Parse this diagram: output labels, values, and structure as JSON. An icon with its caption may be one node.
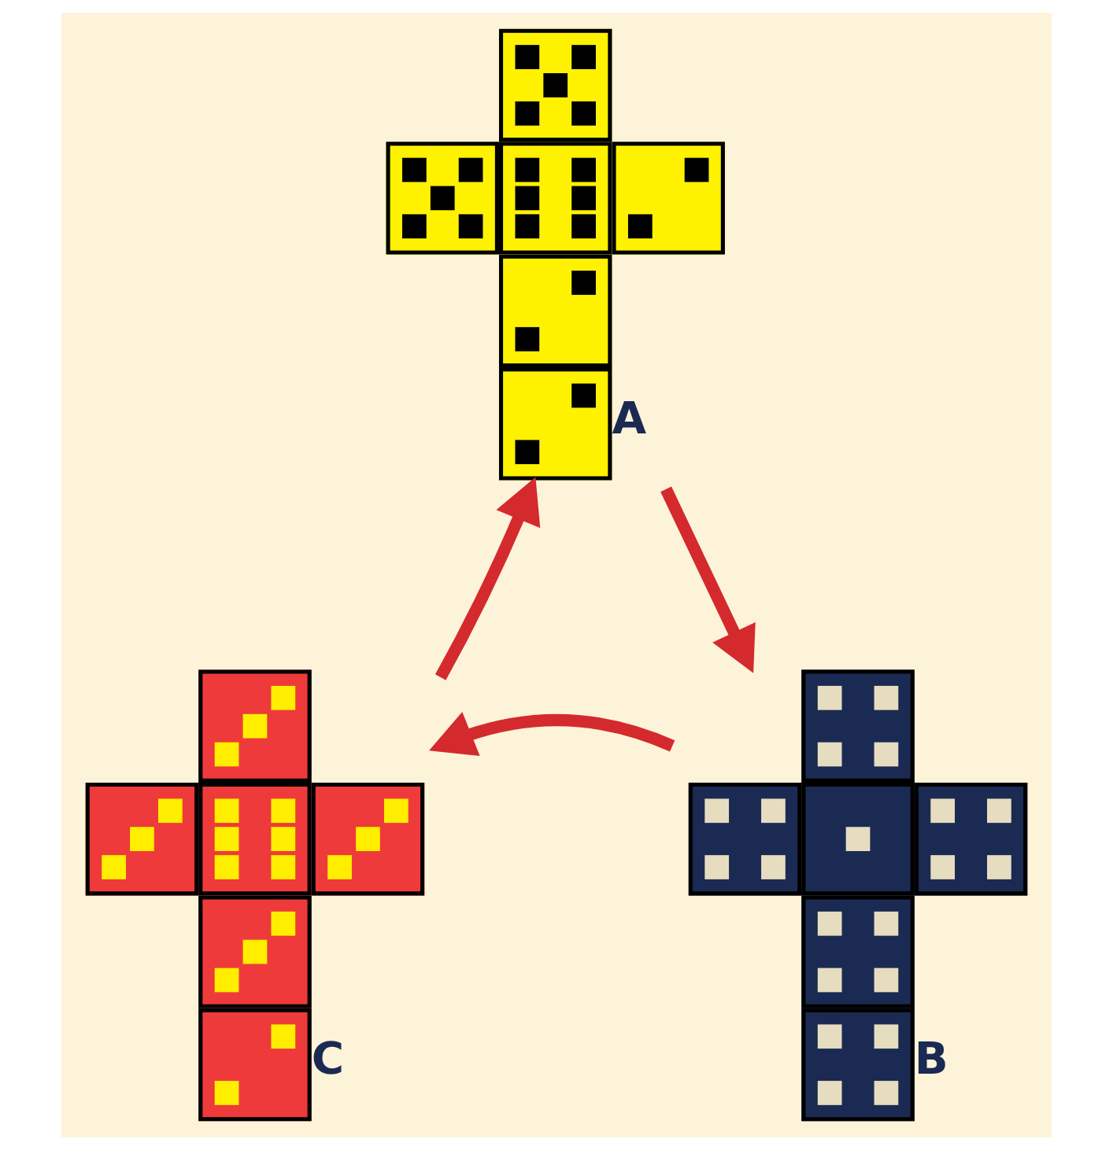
{
  "diagram": {
    "nodes": [
      {
        "text": [
          "A"
        ]
      },
      {
        "text": [
          "B"
        ]
      },
      {
        "text": [
          "C"
        ]
      }
    ],
    "edges": [
      {
        "from": 0,
        "to": 1,
        "arrow": "to"
      },
      {
        "from": 1,
        "to": 2,
        "arrow": "to"
      },
      {
        "from": 2,
        "to": 0,
        "arrow": "to"
      }
    ]
  }
}
